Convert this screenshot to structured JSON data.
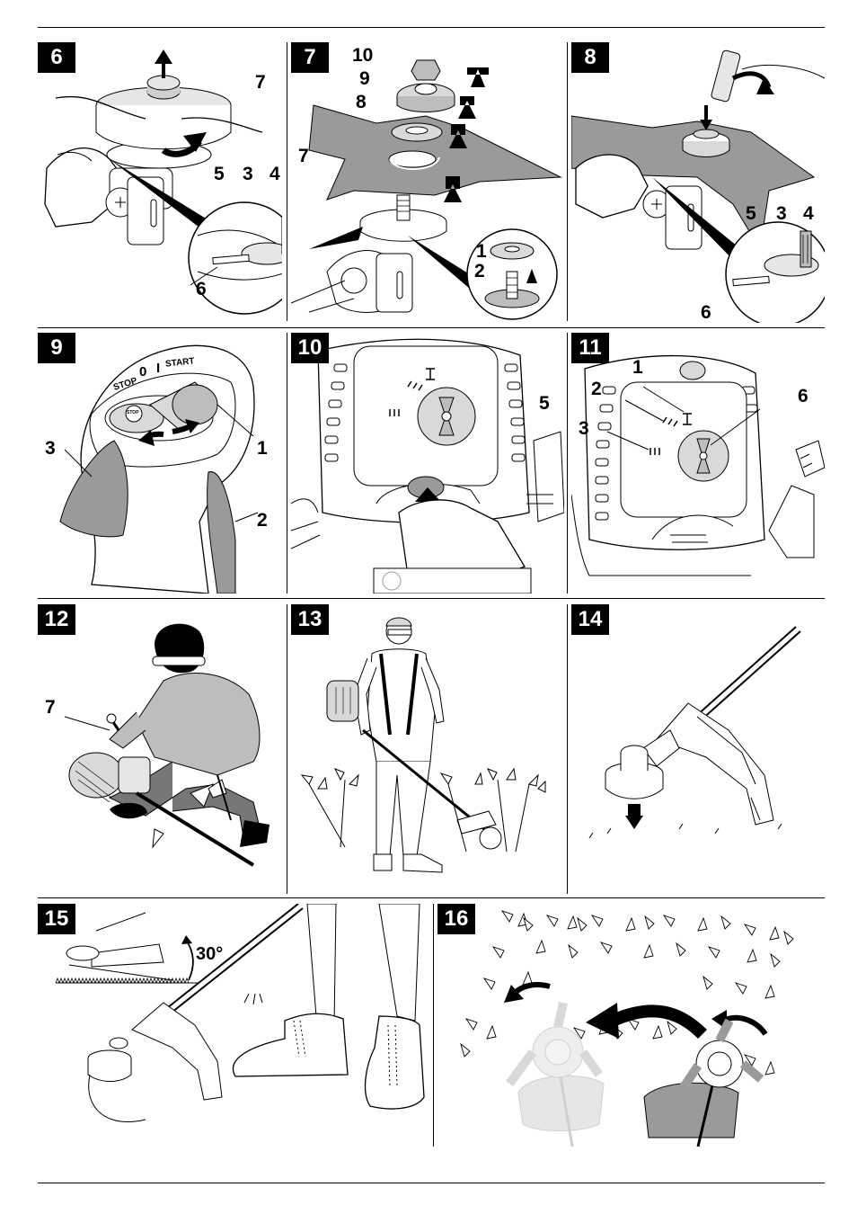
{
  "panels": [
    {
      "id": "6",
      "callouts": [
        "7",
        "5",
        "3",
        "4",
        "6"
      ]
    },
    {
      "id": "7",
      "callouts": [
        "10",
        "9",
        "8",
        "7",
        "1",
        "2"
      ]
    },
    {
      "id": "8",
      "callouts": [
        "5",
        "3",
        "4",
        "6"
      ]
    },
    {
      "id": "9",
      "callouts": [
        "3",
        "1",
        "2"
      ],
      "switch_labels": {
        "stop": "STOP",
        "zero": "0",
        "one": "I",
        "start": "START",
        "button": "STOP"
      }
    },
    {
      "id": "10",
      "callouts": [
        "5"
      ]
    },
    {
      "id": "11",
      "callouts": [
        "1",
        "2",
        "3",
        "6"
      ]
    },
    {
      "id": "12",
      "callouts": [
        "7"
      ]
    },
    {
      "id": "13",
      "callouts": []
    },
    {
      "id": "14",
      "callouts": []
    },
    {
      "id": "15",
      "callouts": [],
      "angle_label": "30°"
    },
    {
      "id": "16",
      "callouts": []
    }
  ],
  "colors": {
    "ink": "#000000",
    "tone": "#9a9a9a",
    "light": "#d9d9d9",
    "mid": "#bdbdbd"
  }
}
